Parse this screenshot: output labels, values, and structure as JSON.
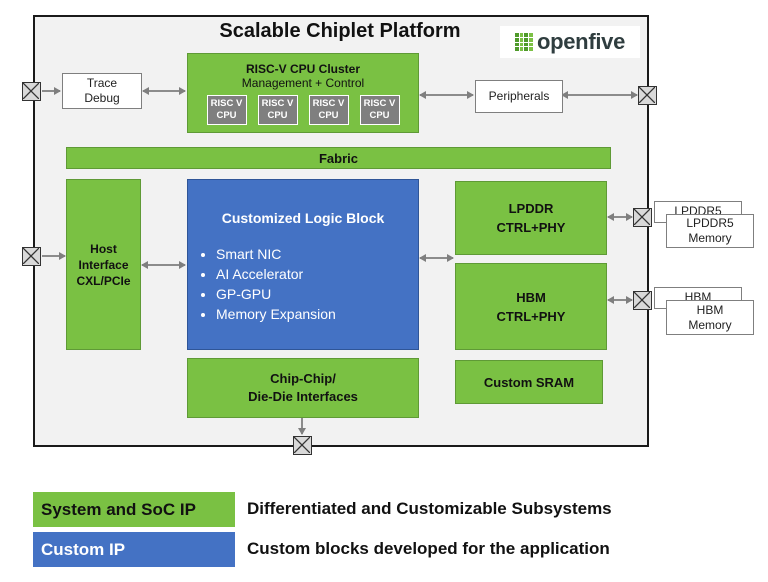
{
  "title": "Scalable Chiplet Platform",
  "logo": {
    "text": "openfive"
  },
  "cpu_cluster": {
    "title": "RISC-V CPU Cluster",
    "subtitle": "Management + Control",
    "cores": [
      {
        "line1": "RISC V",
        "line2": "CPU"
      },
      {
        "line1": "RISC V",
        "line2": "CPU"
      },
      {
        "line1": "RISC V",
        "line2": "CPU"
      },
      {
        "line1": "RISC V",
        "line2": "CPU"
      }
    ]
  },
  "trace_debug": {
    "line1": "Trace",
    "line2": "Debug"
  },
  "peripherals": "Peripherals",
  "fabric": "Fabric",
  "host_interface": {
    "line1": "Host",
    "line2": "Interface",
    "line3": "CXL/PCIe"
  },
  "custom_logic": {
    "title": "Customized Logic Block",
    "items": [
      "Smart NIC",
      "AI Accelerator",
      "GP-GPU",
      "Memory Expansion"
    ]
  },
  "lpddr_ctrl": {
    "line1": "LPDDR",
    "line2": "CTRL+PHY"
  },
  "hbm_ctrl": {
    "line1": "HBM",
    "line2": "CTRL+PHY"
  },
  "custom_sram": "Custom SRAM",
  "chip_chip": {
    "line1": "Chip-Chip/",
    "line2": "Die-Die Interfaces"
  },
  "lpddr_memory": {
    "back": "LPDDR5",
    "front_line1": "LPDDR5",
    "front_line2": "Memory"
  },
  "hbm_memory": {
    "back": "HBM",
    "front_line1": "HBM",
    "front_line2": "Memory"
  },
  "legend": [
    {
      "label": "System and SoC IP",
      "description": "Differentiated and Customizable Subsystems",
      "color": "#7ac143"
    },
    {
      "label": "Custom IP",
      "description": "Custom blocks developed for the application",
      "color": "#4472c4"
    }
  ],
  "colors": {
    "green": "#7ac143",
    "blue": "#4472c4",
    "gray": "#7f7f7f",
    "background": "#f2f2f2"
  }
}
